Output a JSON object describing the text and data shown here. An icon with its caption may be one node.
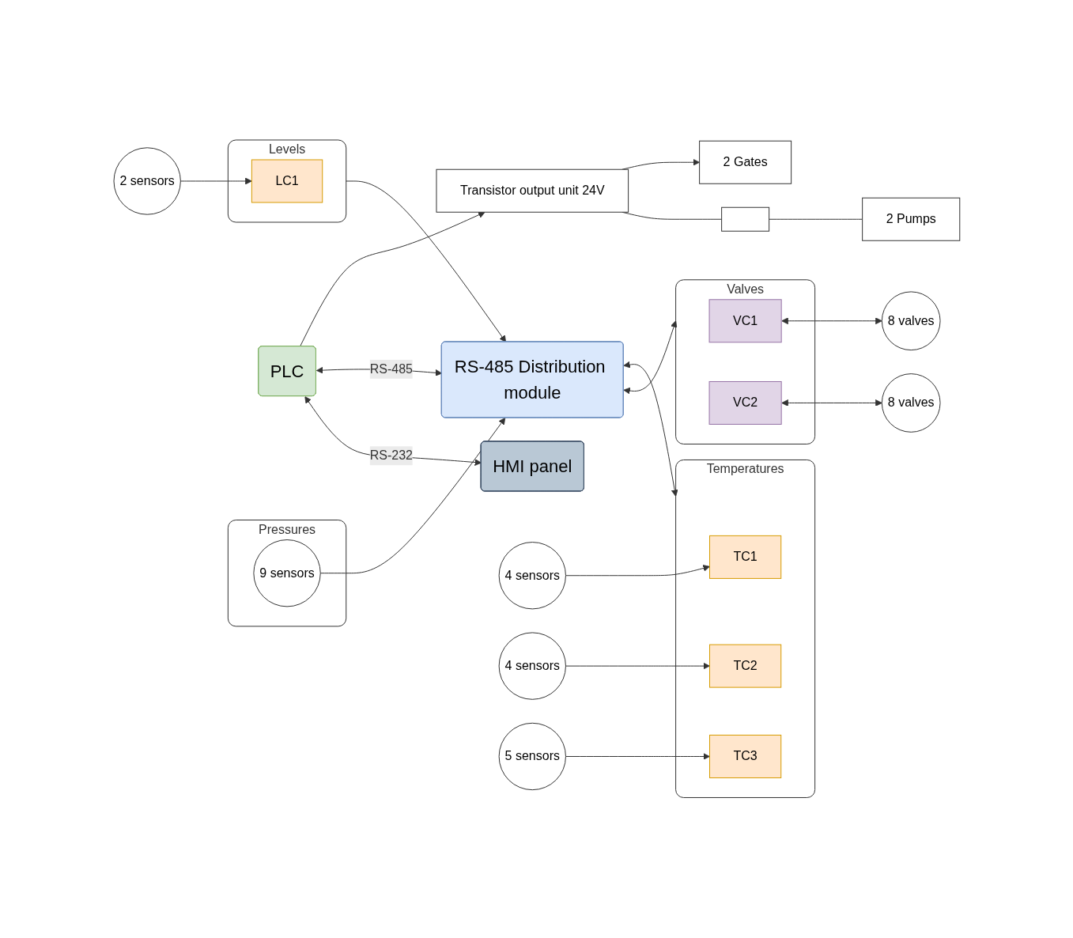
{
  "diagram": {
    "nodes": [
      {
        "text": [
          "HMI panel"
        ]
      },
      {
        "text": [
          "PLC"
        ]
      },
      {
        "text": [
          "RS-485 Distribution module"
        ]
      },
      {
        "text": [
          "Transistor output unit 24V"
        ]
      },
      {
        "text": [],
        "shape": "box"
      },
      {
        "text": [
          "2 Pumps"
        ]
      },
      {
        "text": [
          "2 Gates"
        ]
      },
      {
        "text": [
          "Valves"
        ]
      },
      {
        "text": [
          "VC1"
        ],
        "in": 7
      },
      {
        "text": [
          "VC2"
        ],
        "in": 7
      },
      {
        "text": [
          "8 valves"
        ]
      },
      {
        "text": [
          "8 valves"
        ]
      },
      {
        "text": [
          "Pressures"
        ]
      },
      {
        "text": [
          "9 sensors"
        ],
        "in": 12
      },
      {
        "text": [
          "Temperatures"
        ]
      },
      {
        "text": [
          "TC1"
        ],
        "in": 14
      },
      {
        "text": [
          "TC2"
        ],
        "in": 14
      },
      {
        "text": [
          "TC3"
        ],
        "in": 14
      },
      {
        "text": [
          "4 sensors"
        ]
      },
      {
        "text": [
          "4 sensors"
        ]
      },
      {
        "text": [
          "5 sensors"
        ]
      },
      {
        "text": [
          "Levels"
        ]
      },
      {
        "text": [
          "LC1"
        ],
        "in": 21
      },
      {
        "text": [
          "2 sensors"
        ]
      }
    ],
    "edges": [
      {
        "from": 1,
        "to": 0,
        "arrow": "both",
        "label": "RS-232"
      },
      {
        "from": 1,
        "to": 2,
        "arrow": "both",
        "label": "RS-485"
      },
      {
        "from": 1,
        "to": 3,
        "arrow": "to"
      },
      {
        "from": 3,
        "to": 4,
        "arrow": "none"
      },
      {
        "from": 4,
        "to": 5,
        "arrow": "none"
      },
      {
        "from": 3,
        "to": 6,
        "arrow": "to"
      },
      {
        "from": 2,
        "to": 7,
        "arrow": "both"
      },
      {
        "from": 8,
        "to": 10,
        "arrow": "both"
      },
      {
        "from": 9,
        "to": 11,
        "arrow": "both"
      },
      {
        "from": 13,
        "to": 2,
        "arrow": "to"
      },
      {
        "from": 2,
        "to": 14,
        "arrow": "both"
      },
      {
        "from": 18,
        "to": 15,
        "arrow": "to"
      },
      {
        "from": 19,
        "to": 16,
        "arrow": "to"
      },
      {
        "from": 20,
        "to": 17,
        "arrow": "to"
      },
      {
        "from": 21,
        "to": 2,
        "arrow": "to"
      },
      {
        "from": 23,
        "to": 22,
        "arrow": "to"
      }
    ]
  }
}
